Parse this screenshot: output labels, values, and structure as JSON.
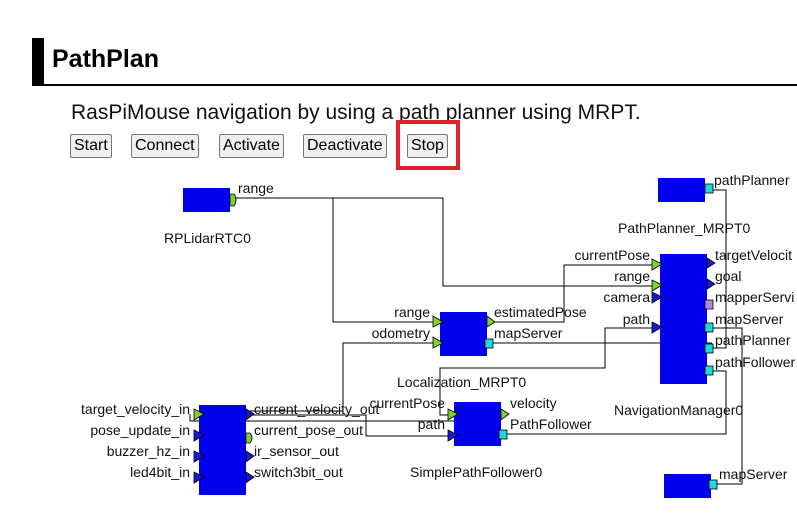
{
  "page": {
    "heading": "PathPlan",
    "description": "RasPiMouse navigation by using a path planner using MRPT."
  },
  "buttons": {
    "start": "Start",
    "connect": "Connect",
    "activate": "Activate",
    "deactivate": "Deactivate",
    "stop": "Stop"
  },
  "diagram": {
    "colors": {
      "component": "#0000ee",
      "port_in": "#7fd22e",
      "port_service": "#20d8d8",
      "port_out": "#1a1ad0",
      "line": "#000000",
      "highlight": "#e0202a"
    },
    "components": {
      "rplidar": {
        "name": "RPLidarRTC0",
        "ports": {
          "range": "range"
        }
      },
      "pathplanner": {
        "name": "PathPlanner_MRPT0",
        "ports": {
          "pathPlanner": "pathPlanner"
        }
      },
      "navigation": {
        "name": "NavigationManager0",
        "ports": {
          "currentPose": "currentPose",
          "range": "range",
          "camera": "camera",
          "path": "path",
          "targetVelocity": "targetVelocit",
          "goal": "goal",
          "mapperService": "mapperServi",
          "mapServer": "mapServer",
          "pathPlanner": "pathPlanner",
          "pathFollower": "pathFollower"
        }
      },
      "localization": {
        "name": "Localization_MRPT0",
        "ports": {
          "range": "range",
          "odometry": "odometry",
          "estimatedPose": "estimatedPose",
          "mapServer": "mapServer"
        }
      },
      "raspimouse": {
        "name": "",
        "ports": {
          "target_velocity_in": "target_velocity_in",
          "pose_update_in": "pose_update_in",
          "buzzer_hz_in": "buzzer_hz_in",
          "led4bit_in": "led4bit_in",
          "current_velocity_out": "current_velocity_out",
          "current_pose_out": "current_pose_out",
          "ir_sensor_out": "ir_sensor_out",
          "switch3bit_out": "switch3bit_out"
        }
      },
      "follower": {
        "name": "SimplePathFollower0",
        "ports": {
          "currentPose": "currentPose",
          "path": "path",
          "velocity": "velocity",
          "pathFollower": "PathFollower"
        }
      },
      "mapserver": {
        "name": "",
        "ports": {
          "mapServer": "mapServer"
        }
      }
    }
  }
}
